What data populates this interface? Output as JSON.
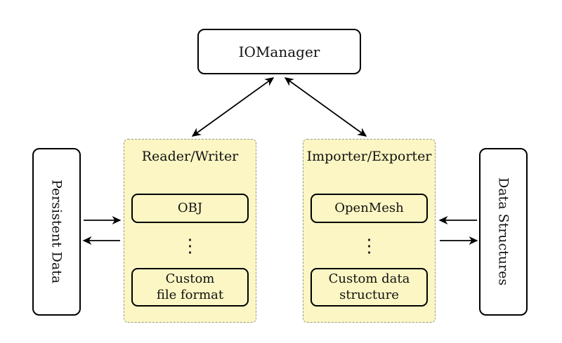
{
  "nodes": {
    "io_manager": "IOManager",
    "persistent_data": "Persistent Data",
    "data_structures": "Data Structures"
  },
  "groups": [
    {
      "title": "Reader/Writer",
      "top_box": "OBJ",
      "ellipsis": "⋮",
      "bottom_box_line1": "Custom",
      "bottom_box_line2": "file format"
    },
    {
      "title": "Importer/Exporter",
      "top_box": "OpenMesh",
      "ellipsis": "⋮",
      "bottom_box_line1": "Custom data",
      "bottom_box_line2": "structure"
    }
  ],
  "colors": {
    "background": "#ffffff",
    "group_fill": "#fbf6c3",
    "group_border": "#9b9b8b",
    "node_border": "#000000",
    "arrow": "#000000"
  }
}
